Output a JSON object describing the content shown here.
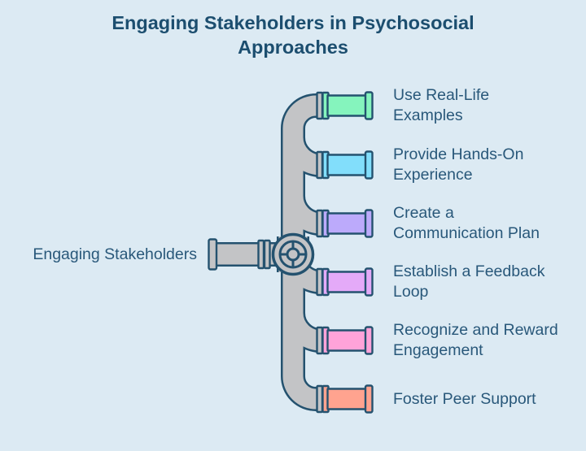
{
  "title": {
    "text": "Engaging Stakeholders in Psychosocial Approaches",
    "line1": "Engaging Stakeholders in Psychosocial",
    "line2": "Approaches"
  },
  "source_label": "Engaging Stakeholders",
  "items": [
    {
      "label": "Use Real-Life Examples",
      "line1": "Use Real-Life",
      "line2": "Examples",
      "color": "#85F4BD"
    },
    {
      "label": "Provide Hands-On Experience",
      "line1": "Provide Hands-On",
      "line2": "Experience",
      "color": "#82DEFB"
    },
    {
      "label": "Create a Communication Plan",
      "line1": "Create a",
      "line2": "Communication Plan",
      "color": "#BCAAFB"
    },
    {
      "label": "Establish a Feedback Loop",
      "line1": "Establish a Feedback",
      "line2": "Loop",
      "color": "#E4AAF8"
    },
    {
      "label": "Recognize and Reward Engagement",
      "line1": "Recognize and Reward",
      "line2": "Engagement",
      "color": "#FFA3D9"
    },
    {
      "label": "Foster Peer Support",
      "line1": "Foster Peer Support",
      "line2": "",
      "color": "#FFA38F"
    }
  ],
  "colors": {
    "background": "#DCEAF3",
    "pipe_gray": "#C3C4C6",
    "outline": "#24526F",
    "title_text": "#1C4E6F",
    "label_text": "#29587A"
  }
}
